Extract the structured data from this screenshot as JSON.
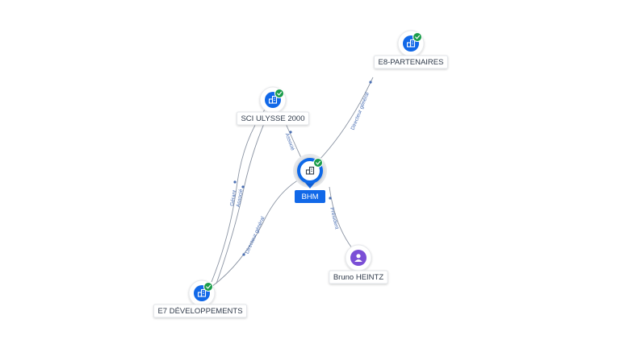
{
  "nodes": [
    {
      "id": "bhm",
      "label": "BHM",
      "kind": "company",
      "main": true,
      "verified": true
    },
    {
      "id": "sci",
      "label": "SCI ULYSSE 2000",
      "kind": "company",
      "verified": true
    },
    {
      "id": "e8",
      "label": "E8-PARTENAIRES",
      "kind": "company",
      "verified": true
    },
    {
      "id": "e7",
      "label": "E7 DÉVELOPPEMENTS",
      "kind": "company",
      "verified": true
    },
    {
      "id": "bruno",
      "label": "Bruno HEINTZ",
      "kind": "person",
      "verified": false
    }
  ],
  "edges": [
    {
      "from": "sci",
      "to": "bhm",
      "label": "Associé"
    },
    {
      "from": "bhm",
      "to": "e8",
      "label": "Directeur général"
    },
    {
      "from": "e7",
      "to": "bhm",
      "label": "Directeur général"
    },
    {
      "from": "bruno",
      "to": "bhm",
      "label": "Président"
    },
    {
      "from": "sci",
      "to": "e7",
      "label": "Gérant"
    },
    {
      "from": "sci",
      "to": "e7",
      "label": "Associé"
    }
  ],
  "colors": {
    "main": "#1168e8",
    "company": "#1168e8",
    "person": "#7b4fd6",
    "verified": "#1a9c4a",
    "edge": "#8b94a3",
    "edge_label": "#4a6fb3"
  },
  "icons": {
    "company": "building-icon",
    "person": "person-icon",
    "verified": "check-badge-icon"
  }
}
